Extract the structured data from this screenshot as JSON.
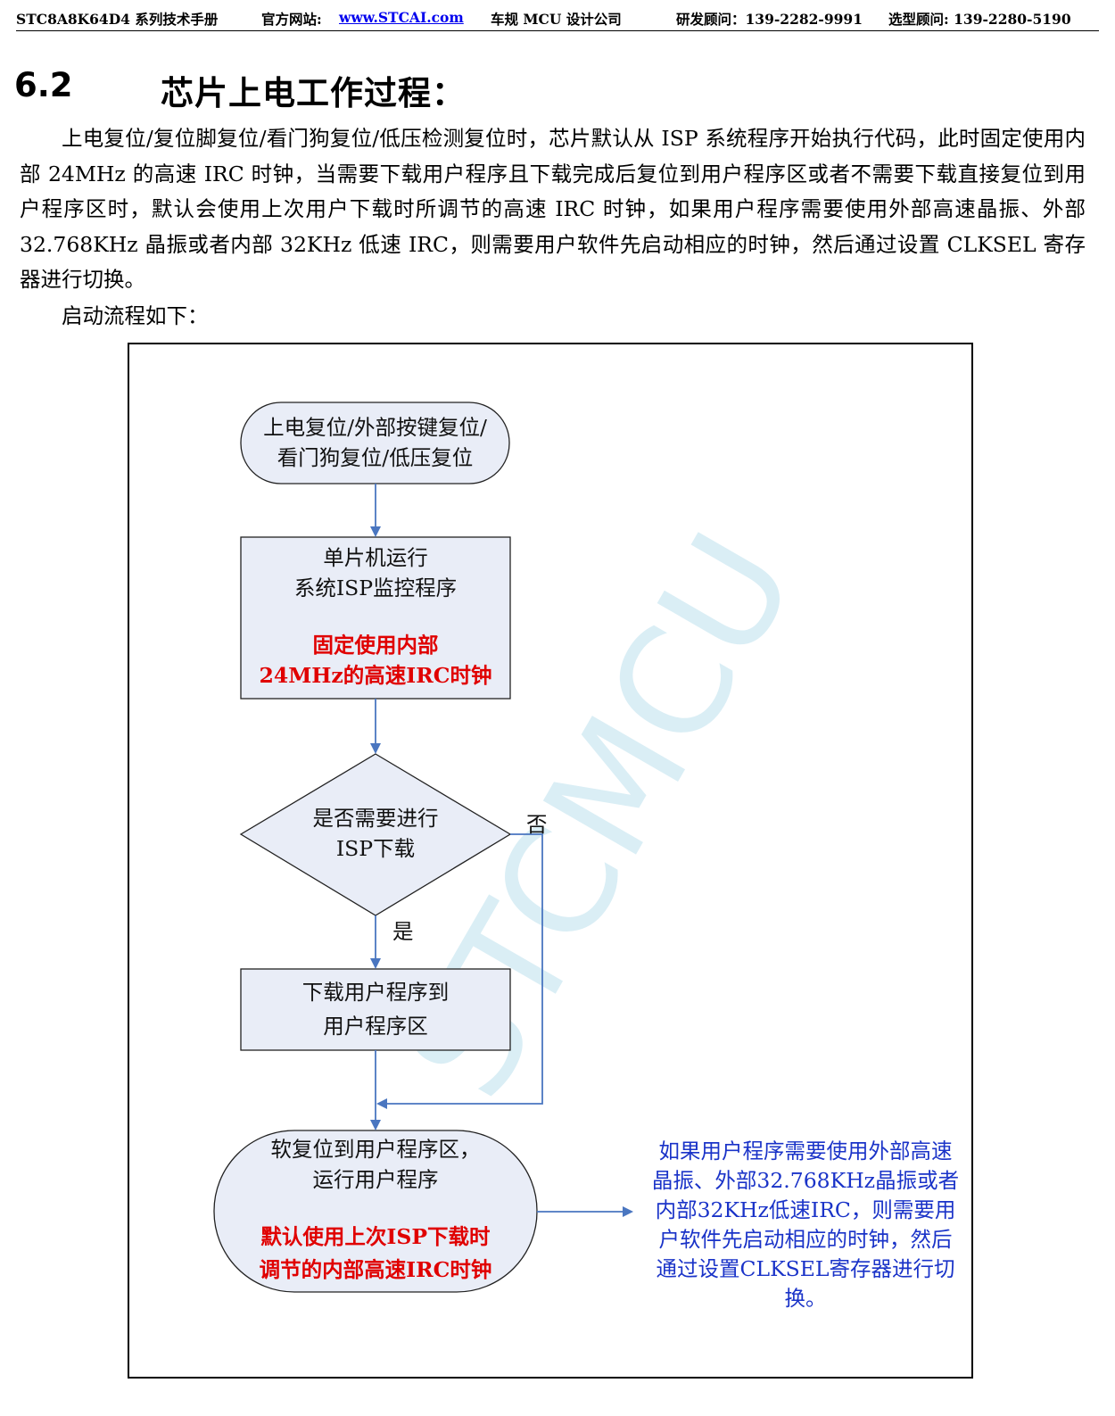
{
  "header": {
    "manual": "STC8A8K64D4 系列技术手册",
    "website_label": "官方网站: ",
    "website_url": "www.STCAI.com",
    "company": "车规 MCU 设计公司",
    "rd_contact": "研发顾问：139-2282-9991",
    "sel_contact": "选型顾问: 139-2280-5190"
  },
  "section": {
    "number": "6.2",
    "title": "芯片上电工作过程："
  },
  "body": {
    "paragraph": "上电复位/复位脚复位/看门狗复位/低压检测复位时，芯片默认从 ISP 系统程序开始执行代码，此时固定使用内部 24MHz 的高速 IRC 时钟，当需要下载用户程序且下载完成后复位到用户程序区或者不需要下载直接复位到用户程序区时，默认会使用上次用户下载时所调节的高速 IRC 时钟，如果用户程序需要使用外部高速晶振、外部 32.768KHz 晶振或者内部 32KHz 低速 IRC，则需要用户软件先启动相应的时钟，然后通过设置 CLKSEL 寄存器进行切换。",
    "flow_intro": "启动流程如下："
  },
  "flowchart": {
    "start": {
      "line1": "上电复位/外部按键复位/",
      "line2": "看门狗复位/低压复位"
    },
    "isp": {
      "line1": "单片机运行",
      "line2": "系统ISP监控程序",
      "red1": "固定使用内部",
      "red2": "24MHz的高速IRC时钟"
    },
    "decision": {
      "line1": "是否需要进行",
      "line2": "ISP下载"
    },
    "label_no": "否",
    "label_yes": "是",
    "download": {
      "line1": "下载用户程序到",
      "line2": "用户程序区"
    },
    "run": {
      "line1": "软复位到用户程序区，",
      "line2": "运行用户程序",
      "red1": "默认使用上次ISP下载时",
      "red2": "调节的内部高速IRC时钟"
    },
    "note": "如果用户程序需要使用外部高速晶振、外部32.768KHz晶振或者内部32KHz低速IRC，则需要用户软件先启动相应的时钟，然后通过设置CLKSEL寄存器进行切换。",
    "watermark": "STCMCU",
    "colors": {
      "node_fill": "#e9edf7",
      "arrow": "#4a76c0",
      "red_text": "#e00000",
      "note_text": "#1a33c8"
    }
  }
}
